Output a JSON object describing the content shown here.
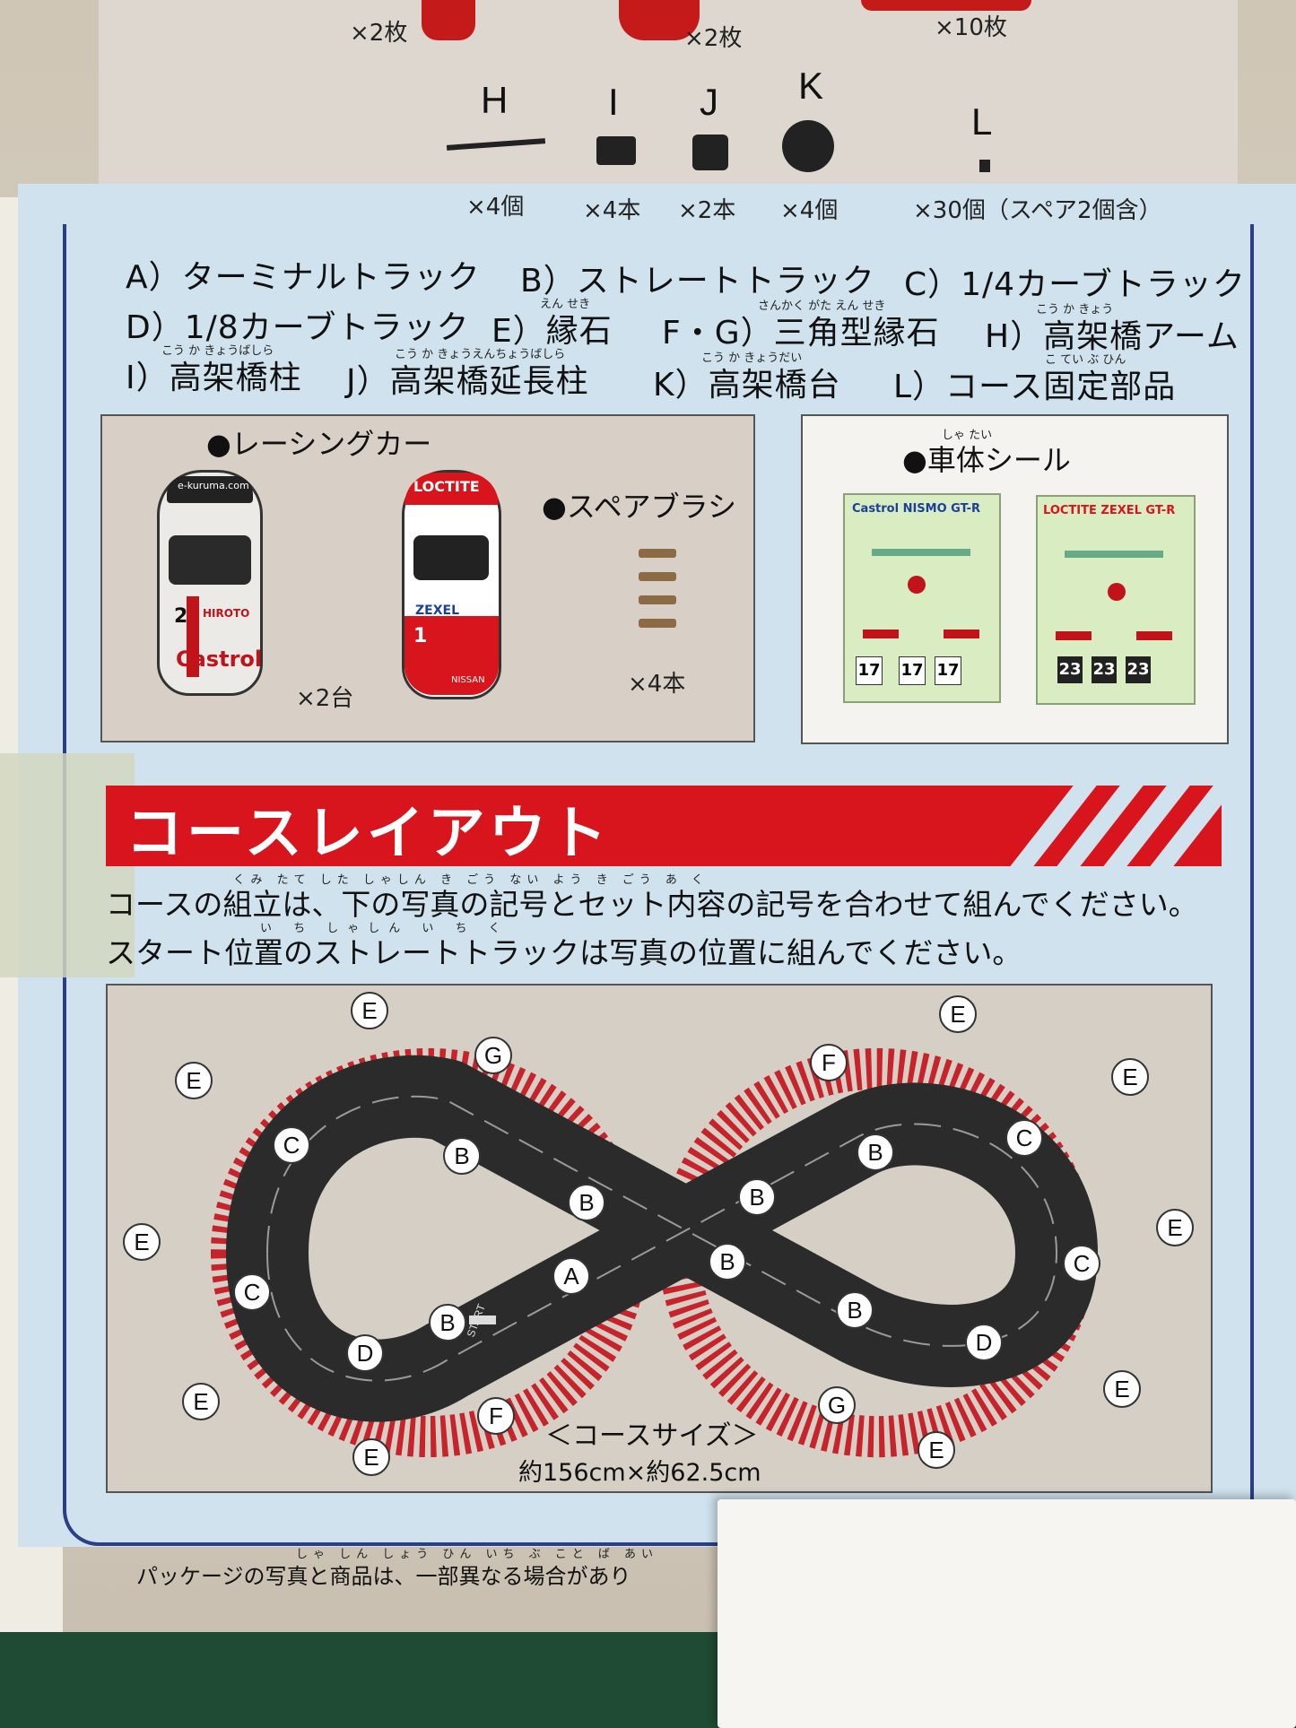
{
  "top": {
    "quantities": [
      "×2枚",
      "×2枚",
      "×10枚"
    ],
    "parts": [
      {
        "letter": "H",
        "qty": "×4個"
      },
      {
        "letter": "I",
        "qty": "×4本"
      },
      {
        "letter": "J",
        "qty": "×2本"
      },
      {
        "letter": "K",
        "qty": "×4個"
      },
      {
        "letter": "L",
        "qty": "×30個（スペア2個含）"
      }
    ]
  },
  "legend": [
    {
      "text": "A）ターミナルトラック"
    },
    {
      "text": "B）ストレートトラック"
    },
    {
      "text": "C）1/4カーブトラック"
    },
    {
      "text": "D）1/8カーブトラック"
    },
    {
      "text": "E）縁石",
      "ruby": "えん せき"
    },
    {
      "text": "F・G）三角型縁石",
      "ruby": "さんかく がた えん せき"
    },
    {
      "text": "H）高架橋アーム",
      "ruby": "こう か きょう"
    },
    {
      "text": "I）高架橋柱",
      "ruby": "こう か きょうばしら"
    },
    {
      "text": "J）高架橋延長柱",
      "ruby": "こう か きょうえんちょうばしら"
    },
    {
      "text": "K）高架橋台",
      "ruby": "こう か きょうだい"
    },
    {
      "text": "L）コース固定部品",
      "ruby": "こ てい ぶ ひん"
    }
  ],
  "cars": {
    "title": "●レーシングカー",
    "car_qty": "×2台",
    "brush_title": "●スペアブラシ",
    "brush_qty": "×4本",
    "car1": {
      "brand": "Castrol",
      "number": "2",
      "driver": "HIROTO",
      "site": "e-kuruma.com"
    },
    "car2": {
      "brand": "LOCTITE",
      "sponsor": "ZEXEL",
      "number": "1",
      "maker": "NISSAN"
    }
  },
  "stickers": {
    "title": "●車体シール",
    "ruby": "しゃ たい",
    "sheet1": {
      "title": "Castrol NISMO GT-R",
      "numbers": [
        "17",
        "17",
        "17"
      ]
    },
    "sheet2": {
      "title": "LOCTITE ZEXEL GT-R",
      "numbers": [
        "23",
        "23",
        "23"
      ]
    }
  },
  "layout": {
    "title": "コースレイアウト",
    "line1": "コースの組立は、下の写真の記号とセット内容の記号を合わせて組んでください。",
    "line1_ruby": "くみ たて   した   しゃしん   き ごう   ない よう   き ごう   あ   く",
    "line2": "スタート位置のストレートトラックは写真の位置に組んでください。",
    "line2_ruby": "い ち   しゃしん   い ち   く",
    "size_label": "＜コースサイズ＞",
    "size_value": "約156cm×約62.5cm",
    "start_label": "START",
    "tags": {
      "e1": "E",
      "e2": "E",
      "e3": "E",
      "e4": "E",
      "e5": "E",
      "e6": "E",
      "e7": "E",
      "e8": "E",
      "e9": "E",
      "e10": "E",
      "g1": "G",
      "g2": "G",
      "f1": "F",
      "f2": "F",
      "c1": "C",
      "c2": "C",
      "c3": "C",
      "c4": "C",
      "b1": "B",
      "b2": "B",
      "b3": "B",
      "b4": "B",
      "b5": "B",
      "b6": "B",
      "b7": "B",
      "a": "A",
      "d1": "D",
      "d2": "D"
    }
  },
  "footer": {
    "note": "パッケージの写真と商品は、一部異なる場合があり",
    "ruby": "しゃ しん   しょう ひん   いち ぶ こと   ば あい"
  },
  "colors": {
    "banner_red": "#d8141c",
    "frame_blue": "#2a3f84",
    "panel_blue": "#cfe2ee",
    "track": "#2b2b2b"
  }
}
